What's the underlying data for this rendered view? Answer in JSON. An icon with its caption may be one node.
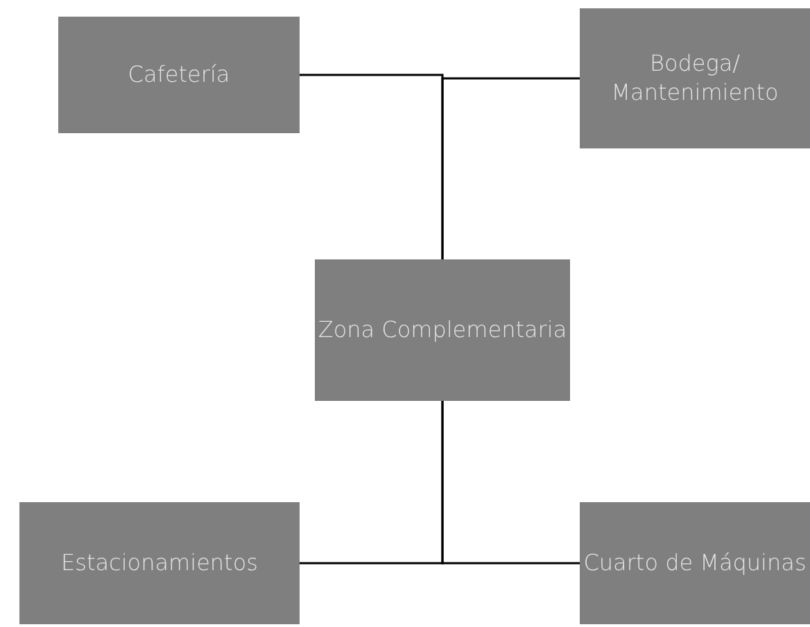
{
  "diagram": {
    "nodes": [
      {
        "text": [
          "Cafetería"
        ]
      },
      {
        "text": [
          "Bodega/ Mantenimiento"
        ]
      },
      {
        "text": [
          "Zona Complementaria"
        ]
      },
      {
        "text": [
          "Estacionamientos"
        ]
      },
      {
        "text": [
          "Cuarto de Máquinas"
        ]
      }
    ],
    "edges": [
      {
        "from": 2,
        "to": 0,
        "arrow": "none"
      },
      {
        "from": 2,
        "to": 1,
        "arrow": "none"
      },
      {
        "from": 2,
        "to": 3,
        "arrow": "none"
      },
      {
        "from": 2,
        "to": 4,
        "arrow": "none"
      }
    ]
  }
}
